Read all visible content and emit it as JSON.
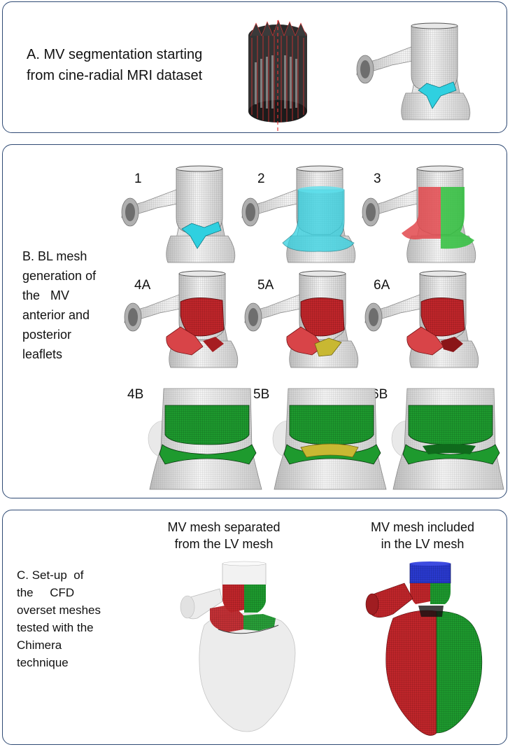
{
  "panel_a": {
    "caption_lines": [
      "A. MV segmentation starting",
      "from cine-radial MRI dataset"
    ]
  },
  "panel_b": {
    "caption_lines": [
      "B. BL mesh",
      "generation of",
      "the   MV",
      "anterior and",
      "posterior",
      "leaflets"
    ],
    "steps": [
      "1",
      "2",
      "3",
      "4A",
      "5A",
      "6A",
      "4B",
      "5B",
      "6B"
    ]
  },
  "panel_c": {
    "caption_lines": [
      "C. Set-up  of",
      "the     CFD",
      "overset meshes",
      "tested with the",
      "Chimera",
      "technique"
    ],
    "mesh_titles": [
      [
        "MV mesh separated",
        "from the LV mesh"
      ],
      [
        "MV mesh included",
        "in the LV mesh"
      ]
    ]
  },
  "colors": {
    "border": "#2f4a74",
    "mesh_grey": "#dcdcdc",
    "cyan": "#2fd0e0",
    "red": "#c0262b",
    "green": "#1e9a2e",
    "blue": "#2a3ad0",
    "yellow": "#c8b832"
  }
}
